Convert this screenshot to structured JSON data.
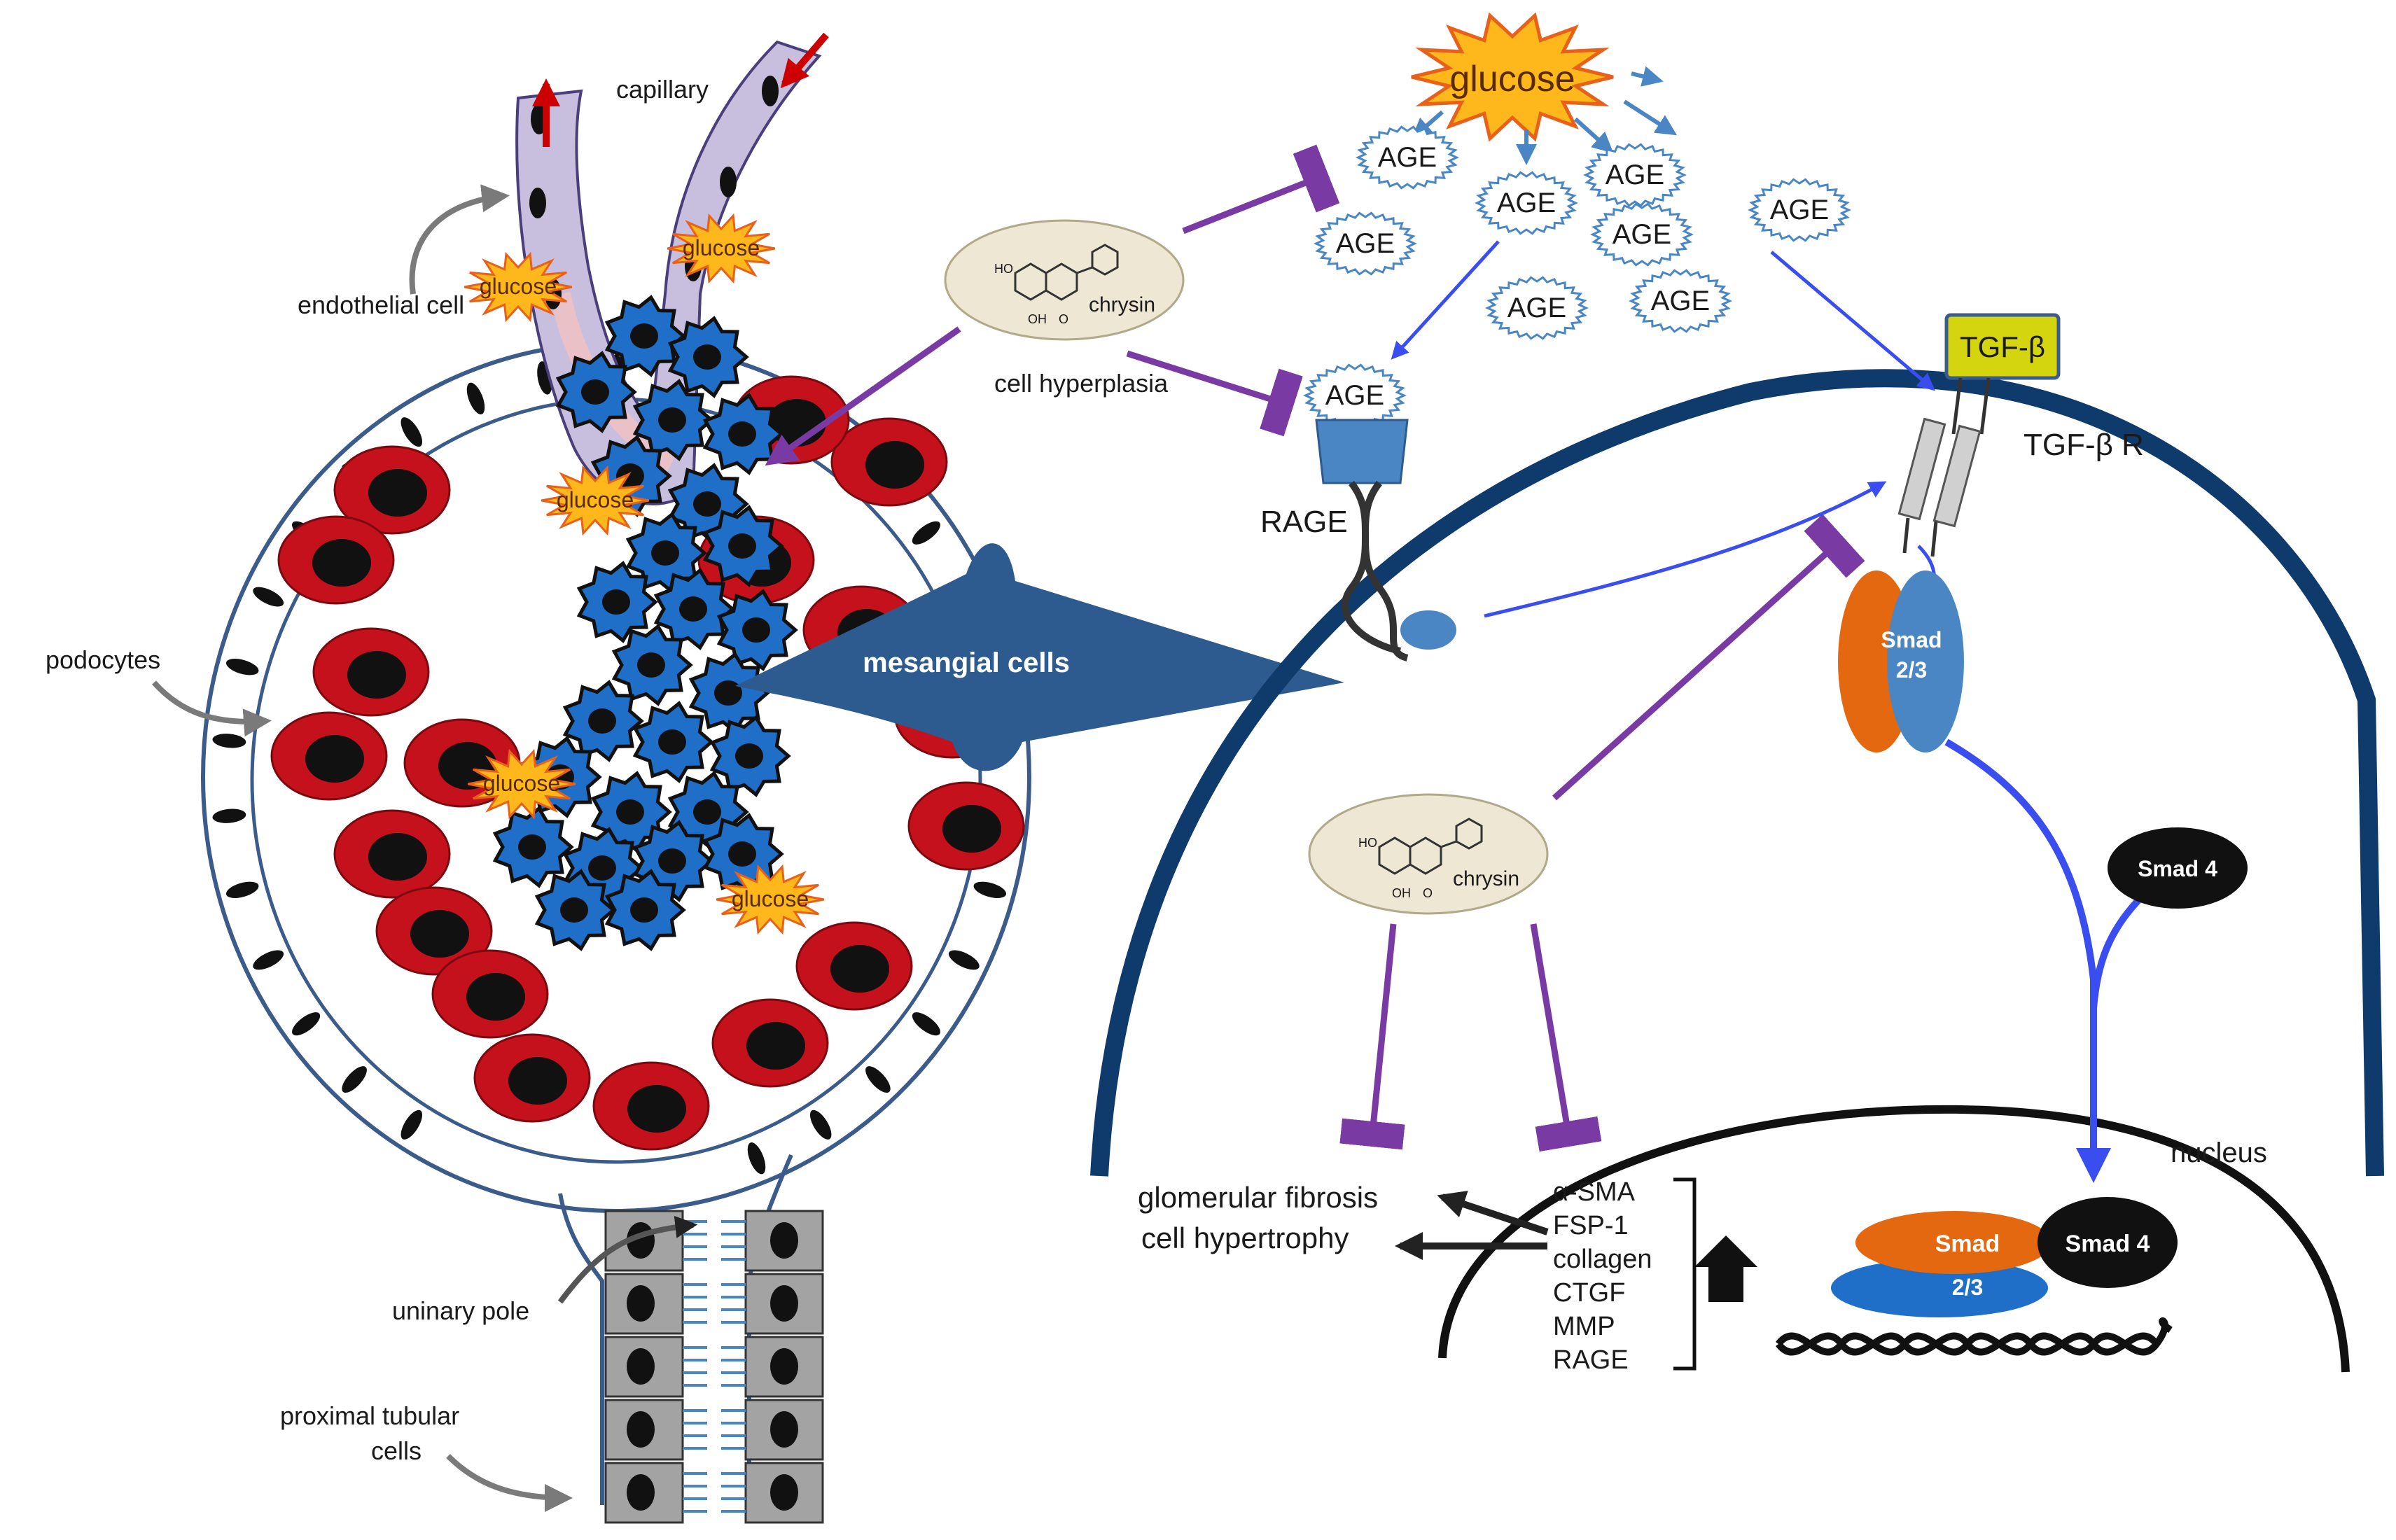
{
  "labels": {
    "capillary": "capillary",
    "endothelial": "endothelial cell",
    "podocytes": "podocytes",
    "mesangial": "mesangial cells",
    "urinary_pole": "uninary pole",
    "proximal_line1": "proximal tubular",
    "proximal_line2": "cells",
    "glucose": "glucose",
    "age": "AGE",
    "chrysin": "chrysin",
    "hyperplasia": "cell hyperplasia",
    "rage": "RAGE",
    "tgfb": "TGF-β",
    "tgfbr": "TGF-β R",
    "smad23_a": "Smad",
    "smad23_b": "2/3",
    "smad4": "Smad 4",
    "nucleus": "nucleus",
    "fibrosis": "glomerular fibrosis",
    "hypertrophy": "cell hypertrophy",
    "chem_ho": "HO",
    "chem_oh": "OH",
    "chem_o": "O"
  },
  "gene_list": [
    "α-SMA",
    "FSP-1",
    "collagen",
    "CTGF",
    "MMP",
    "RAGE"
  ],
  "colors": {
    "mesangial": "#1f6fc9",
    "podocyte": "#c4111b",
    "endothelial": "#c8bfde",
    "glucose_fill": "#ffb81c",
    "inhibit": "#7a3aa3",
    "activate": "#3a4ef0",
    "membrane": "#0e3b6b",
    "tgfb": "#d4d40f",
    "smad_orange": "#e3680f",
    "smad_blue": "#4b86c4"
  }
}
